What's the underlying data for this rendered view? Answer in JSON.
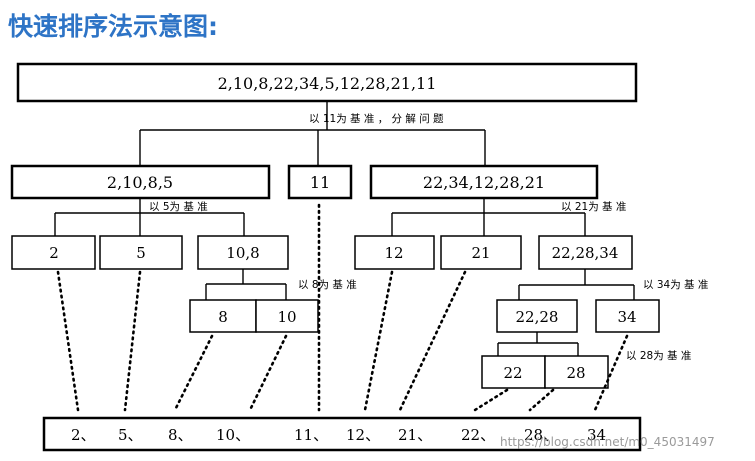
{
  "heading": "快速排序法示意图:",
  "colors": {
    "heading": "#2E74C6",
    "boxes": "#000000",
    "watermark": "#9a9a9a"
  },
  "root": "2,10,8,22,34,5,12,28,21,11",
  "pivots": {
    "root": "以 11为 基 准 ， 分 解 问 题",
    "left": "以 5为 基 准",
    "right": "以 21为 基 准",
    "eight": "以 8为 基 准",
    "thirtyfour": "以 34为 基 准",
    "twentyeight": "以 28为 基 准"
  },
  "level1": {
    "left": "2,10,8,5",
    "pivot": "11",
    "right": "22,34,12,28,21"
  },
  "level2": {
    "a": "2",
    "b": "5",
    "c": "10,8",
    "d": "12",
    "e": "21",
    "f": "22,28,34"
  },
  "level3": {
    "a": "8",
    "b": "10",
    "c": "22,28",
    "d": "34"
  },
  "level4": {
    "a": "22",
    "b": "28"
  },
  "result": [
    "2、",
    "5、",
    "8、",
    "10、",
    "11、",
    "12、",
    "21、",
    "22、",
    "28、",
    "34"
  ],
  "watermark": "https://blog.csdn.net/m0_45031497"
}
